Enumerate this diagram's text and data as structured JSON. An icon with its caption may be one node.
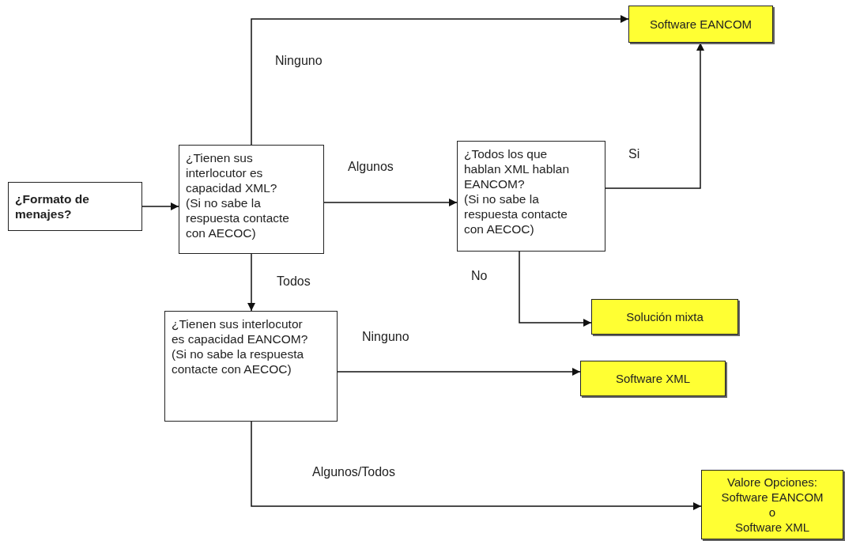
{
  "diagram": {
    "nodes": [
      {
        "text": [
          "¿Formato de menajes?"
        ]
      },
      {
        "text": [
          "¿Tienen sus interlocutor es capacidad XML?",
          "(Si no sabe la respuesta contacte con AECOC)"
        ]
      },
      {
        "text": [
          "¿Todos los que hablan XML hablan EANCOM?",
          "(Si no sabe la respuesta contacte con AECOC)"
        ]
      },
      {
        "text": [
          "Software EANCOM"
        ]
      },
      {
        "text": [
          "Solución mixta"
        ]
      },
      {
        "text": [
          "¿Tienen sus interlocutor es capacidad EANCOM?",
          "(Si no sabe la respuesta contacte con AECOC)"
        ]
      },
      {
        "text": [
          "Software XML"
        ]
      },
      {
        "text": [
          "Valore Opciones:",
          "Software EANCOM",
          "o",
          "Software XML"
        ]
      }
    ],
    "edges": [
      {
        "from": 0,
        "to": 1,
        "arrow": "to"
      },
      {
        "from": 1,
        "to": 3,
        "arrow": "to",
        "label": "Ninguno"
      },
      {
        "from": 1,
        "to": 2,
        "arrow": "to",
        "label": "Algunos"
      },
      {
        "from": 2,
        "to": 3,
        "arrow": "to",
        "label": "Si"
      },
      {
        "from": 2,
        "to": 4,
        "arrow": "to",
        "label": "No"
      },
      {
        "from": 1,
        "to": 5,
        "arrow": "to",
        "label": "Todos"
      },
      {
        "from": 5,
        "to": 6,
        "arrow": "to",
        "label": "Ninguno"
      },
      {
        "from": 5,
        "to": 7,
        "arrow": "to",
        "label": "Algunos/Todos"
      }
    ]
  }
}
